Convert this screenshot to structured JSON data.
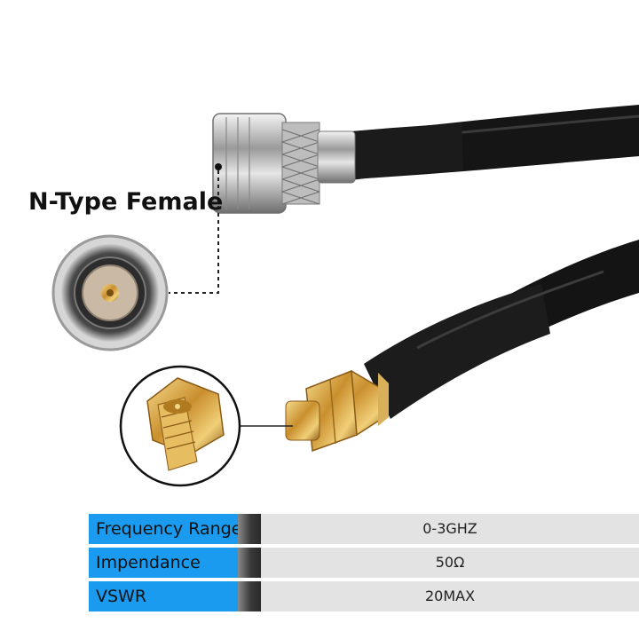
{
  "callout": {
    "label": "N-Type Female"
  },
  "specs": [
    {
      "label": "Frequency Range",
      "value": "0-3GHZ"
    },
    {
      "label": "Impendance",
      "value": "50Ω"
    },
    {
      "label": "VSWR",
      "value": "20MAX"
    }
  ],
  "colors": {
    "label_bg": "#1a9bf0",
    "value_bg": "#e3e3e3",
    "cable": "#141414",
    "gold": "#d9a441",
    "silver": "#c8c8c8"
  }
}
